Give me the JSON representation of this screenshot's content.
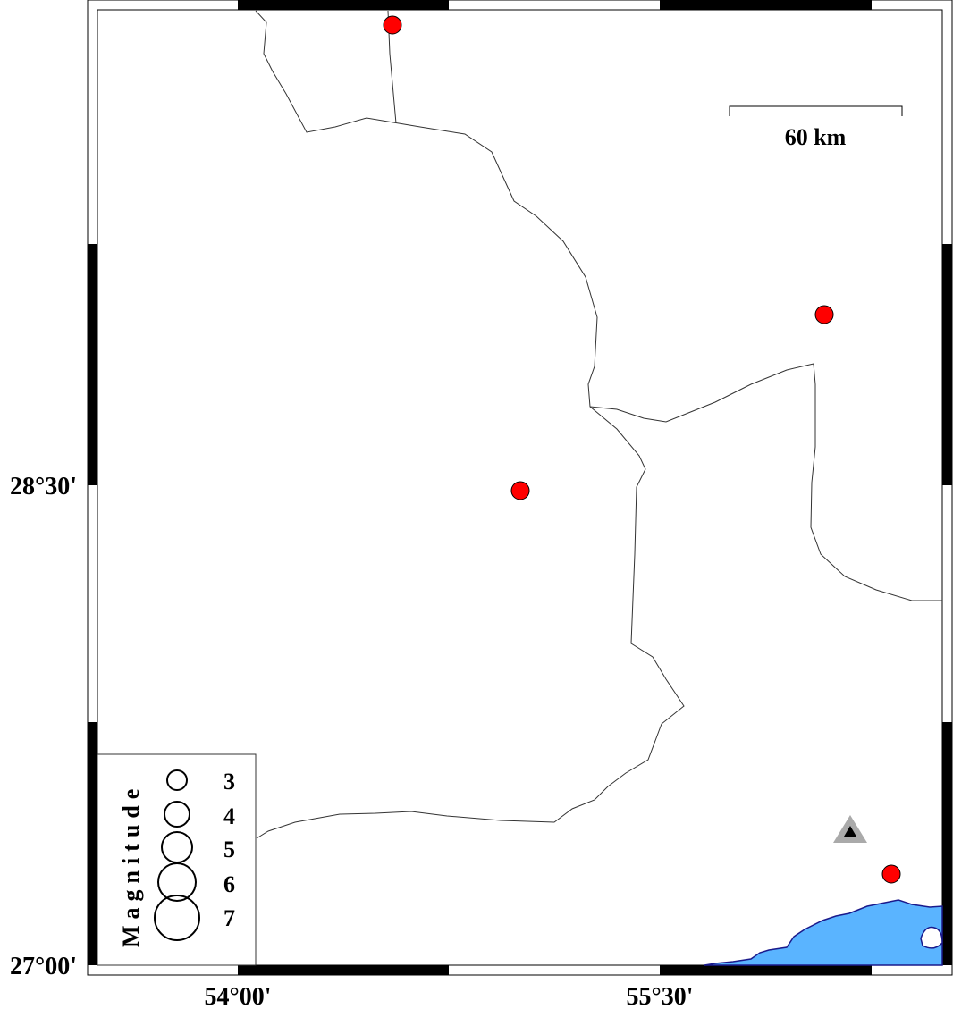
{
  "map": {
    "lon_labels": [
      "54°00'",
      "55°30'"
    ],
    "lat_labels": [
      "28°30'",
      "27°00'"
    ],
    "scale_bar": "60 km",
    "colors": {
      "event": "#ff0000",
      "water": "#5ab4ff",
      "coast": "#1a1a8c",
      "station": "#aaaaaa"
    }
  },
  "legend": {
    "title": "Magnitude",
    "items": [
      "3",
      "4",
      "5",
      "6",
      "7"
    ]
  }
}
